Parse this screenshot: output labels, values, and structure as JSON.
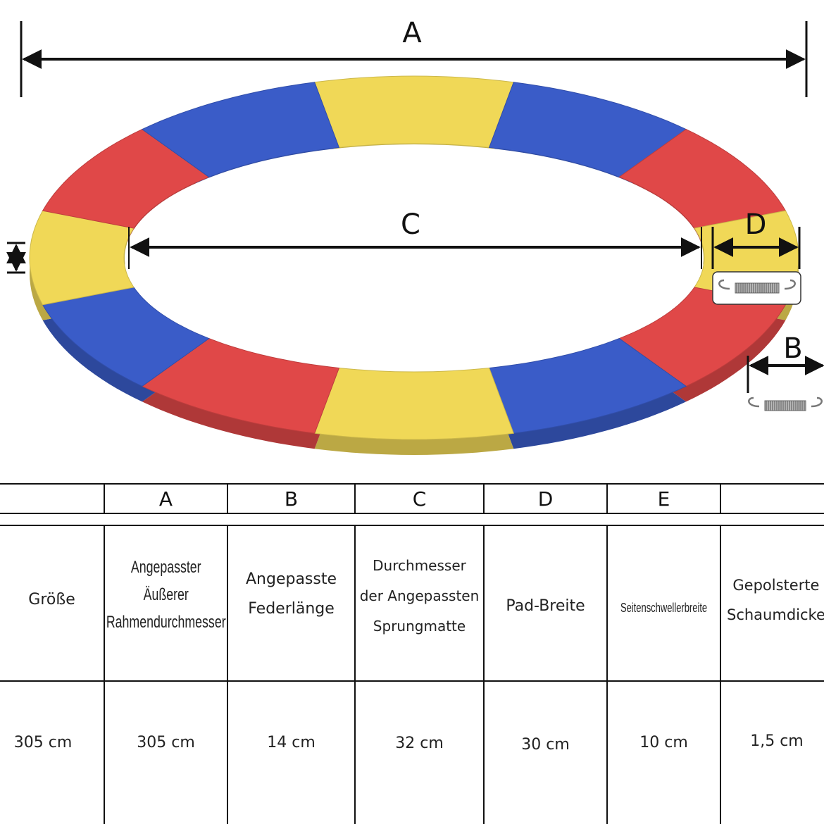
{
  "diagram": {
    "labels": {
      "a": "A",
      "b": "B",
      "c": "C",
      "d": "D"
    },
    "colors": {
      "red": "#e04848",
      "yellow": "#f0d857",
      "blue": "#3a5cc8"
    },
    "segment_colors": [
      "yellow",
      "blue",
      "red",
      "yellow",
      "red",
      "blue",
      "yellow",
      "red",
      "blue",
      "yellow",
      "red",
      "blue"
    ]
  },
  "table": {
    "header": [
      "",
      "A",
      "B",
      "C",
      "D",
      "E",
      ""
    ],
    "labels": [
      [
        "Größe"
      ],
      [
        "Angepasster",
        "Äußerer",
        "Rahmendurchmesser"
      ],
      [
        "Angepasste",
        "Federlänge"
      ],
      [
        "Durchmesser",
        "der Angepassten",
        "Sprungmatte"
      ],
      [
        "Pad-Breite"
      ],
      [
        "Seitenschwellerbreite"
      ],
      [
        "Gepolsterte",
        "Schaumdicke"
      ]
    ],
    "values": [
      "305 cm",
      "305 cm",
      "14 cm",
      "32 cm",
      "30 cm",
      "10 cm",
      "1,5 cm"
    ]
  }
}
